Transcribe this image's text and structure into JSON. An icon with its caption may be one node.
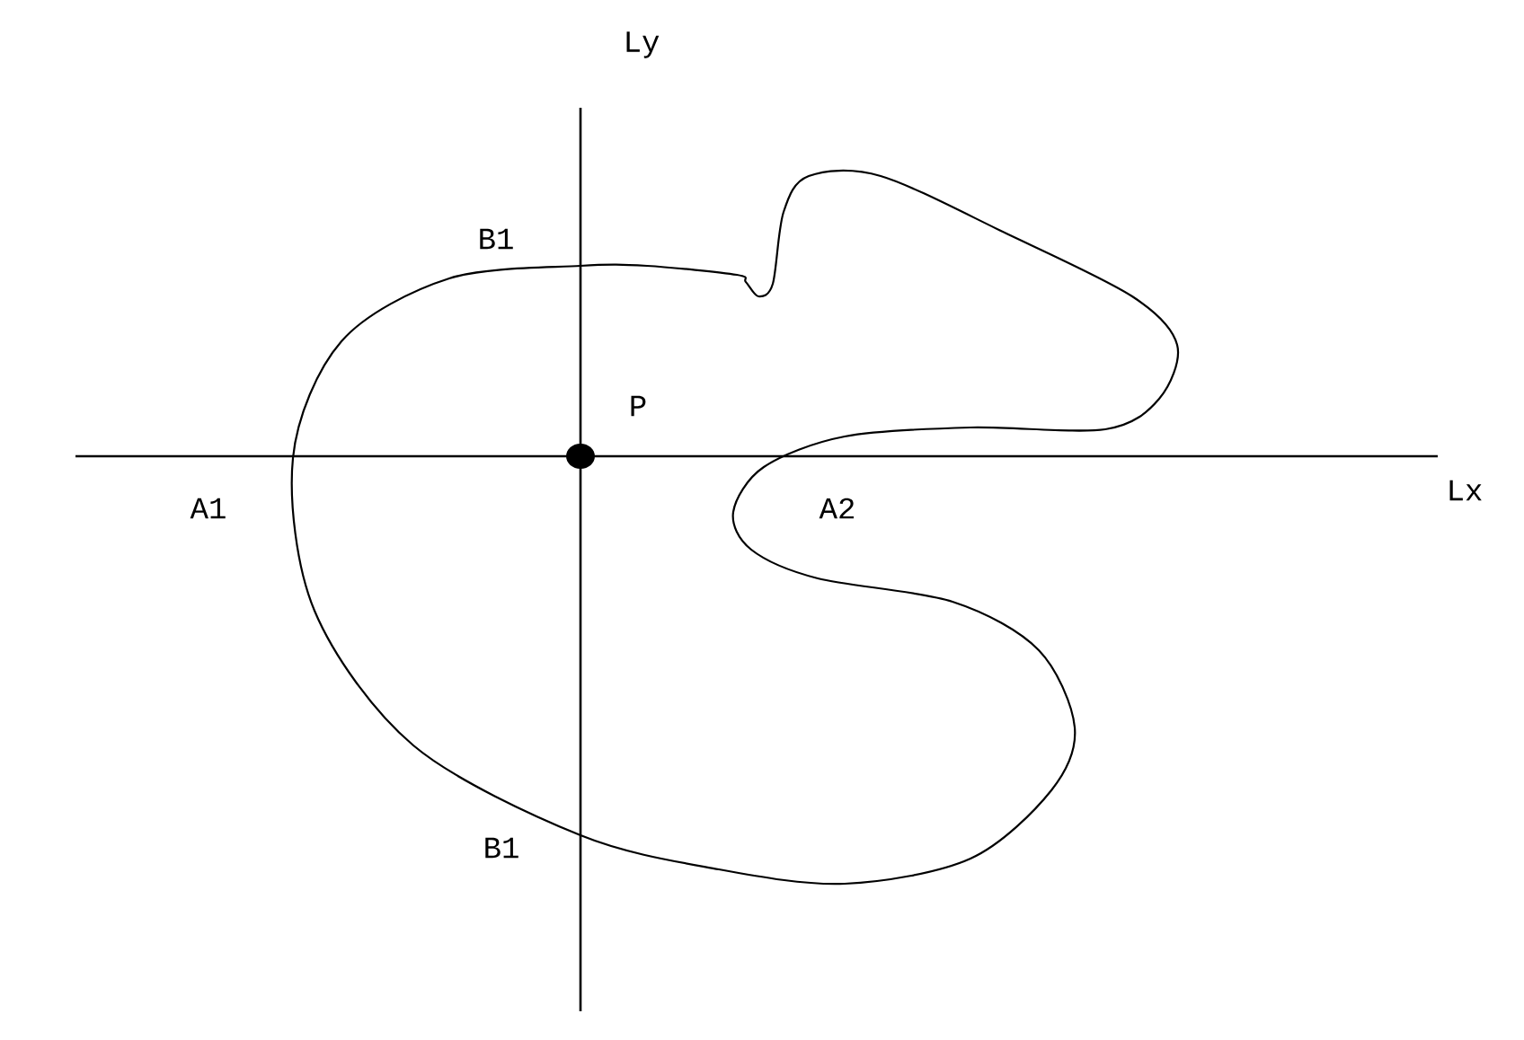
{
  "diagram": {
    "labels": [
      "Ly",
      "B1",
      "P",
      "A1",
      "A2",
      "Lx",
      "B1"
    ]
  }
}
